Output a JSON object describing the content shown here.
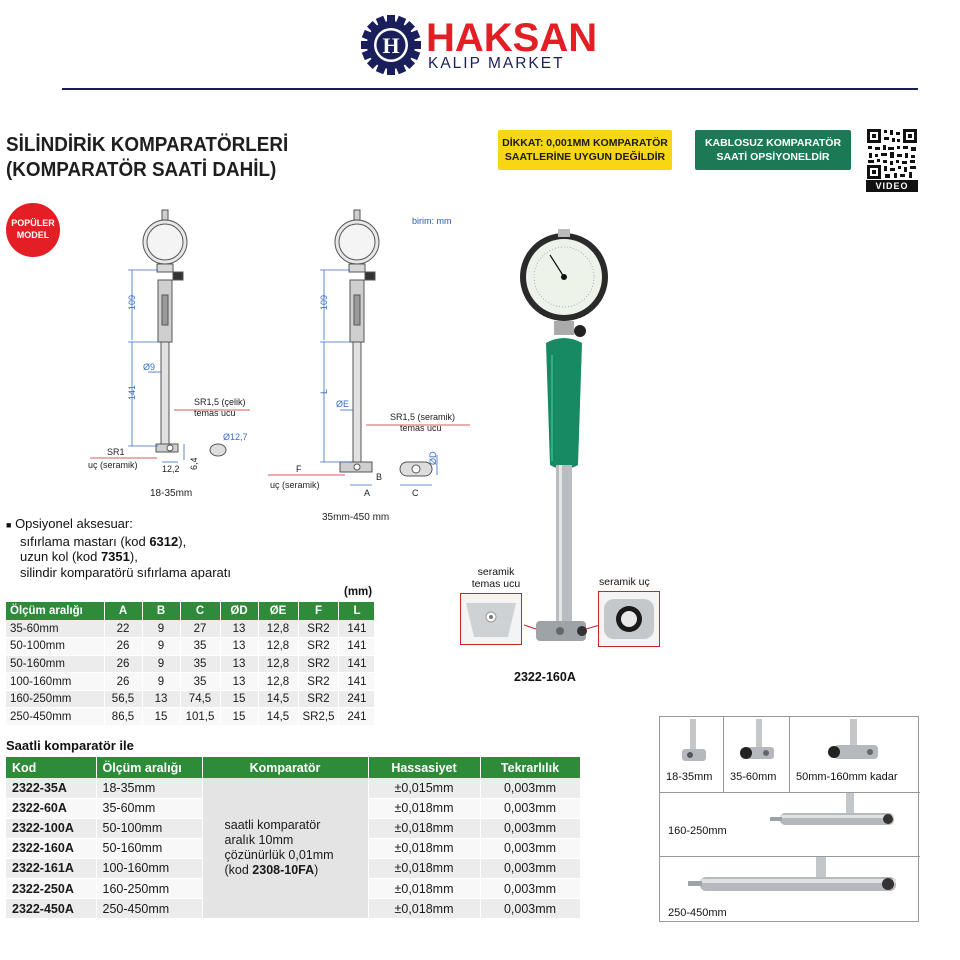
{
  "header": {
    "brand": "HAKSAN",
    "brand_sub": "KALIP MARKET",
    "logo_letter": "H",
    "colors": {
      "brand_red": "#e31e24",
      "brand_navy": "#1a1f5c",
      "table_green": "#2e8b3a",
      "badge_yellow": "#f7d614",
      "badge_green": "#1b7a55"
    }
  },
  "title": {
    "line1": "SİLİNDİRİK KOMPARATÖRLERİ",
    "line2": "(KOMPARATÖR SAATİ DAHİL)"
  },
  "badges": {
    "warning_line1": "DİKKAT: 0,001MM KOMPARATÖR",
    "warning_line2": "SAATLERİNE UYGUN DEĞİLDİR",
    "wireless_line1": "KABLOSUZ KOMPARATÖR",
    "wireless_line2": "SAATİ OPSİYONELDİR",
    "qr_label": "VIDEO",
    "popular_line1": "POPÜLER",
    "popular_line2": "MODEL"
  },
  "diagram": {
    "unit": "birim: mm",
    "left": {
      "dim_top": "109",
      "dim_bottom": "141",
      "dia": "Ø9",
      "tip_label1": "SR1,5 (çelik)",
      "tip_label2": "temas ucu",
      "base_label1": "SR1",
      "base_label2": "uç (seramik)",
      "dim_w": "12,2",
      "dim_h": "6,4",
      "dim_d": "Ø12,7",
      "caption": "18-35mm"
    },
    "right": {
      "dim_top": "109",
      "dim_l": "L",
      "dia": "ØE",
      "tip_label1": "SR1,5 (seramik)",
      "tip_label2": "temas ucu",
      "base_label1": "F",
      "base_label2": "uç (seramik)",
      "dim_a": "A",
      "dim_b": "B",
      "dim_c": "C",
      "dim_d": "ØD",
      "caption": "35mm-450 mm"
    },
    "photo_labels": {
      "ceramic_contact1": "seramik",
      "ceramic_contact2": "temas ucu",
      "ceramic_tip": "seramik uç",
      "model": "2322-160A"
    }
  },
  "accessory": {
    "line1": "Opsiyonel aksesuar:",
    "line2_pre": "sıfırlama mastarı (kod ",
    "line2_code": "6312",
    "line2_post": "),",
    "line3_pre": "uzun kol (kod ",
    "line3_code": "7351",
    "line3_post": "),",
    "line4": "silindir komparatörü sıfırlama aparatı"
  },
  "spec_table": {
    "unit": "(mm)",
    "headers": [
      "Ölçüm aralığı",
      "A",
      "B",
      "C",
      "ØD",
      "ØE",
      "F",
      "L"
    ],
    "rows": [
      [
        "35-60mm",
        "22",
        "9",
        "27",
        "13",
        "12,8",
        "SR2",
        "141"
      ],
      [
        "50-100mm",
        "26",
        "9",
        "35",
        "13",
        "12,8",
        "SR2",
        "141"
      ],
      [
        "50-160mm",
        "26",
        "9",
        "35",
        "13",
        "12,8",
        "SR2",
        "141"
      ],
      [
        "100-160mm",
        "26",
        "9",
        "35",
        "13",
        "12,8",
        "SR2",
        "141"
      ],
      [
        "160-250mm",
        "56,5",
        "13",
        "74,5",
        "15",
        "14,5",
        "SR2",
        "241"
      ],
      [
        "250-450mm",
        "86,5",
        "15",
        "101,5",
        "15",
        "14,5",
        "SR2,5",
        "241"
      ]
    ]
  },
  "model_table": {
    "title": "Saatli komparatör ile",
    "headers": [
      "Kod",
      "Ölçüm aralığı",
      "Komparatör",
      "Hassasiyet",
      "Tekrarlılık"
    ],
    "comparator_note": {
      "line1": "saatli komparatör",
      "line2": "aralık 10mm",
      "line3": "çözünürlük 0,01mm",
      "line4_pre": "(kod ",
      "line4_code": "2308-10FA",
      "line4_post": ")"
    },
    "rows": [
      {
        "code": "2322-35A",
        "range": "18-35mm",
        "accuracy": "±0,015mm",
        "repeat": "0,003mm"
      },
      {
        "code": "2322-60A",
        "range": "35-60mm",
        "accuracy": "±0,018mm",
        "repeat": "0,003mm"
      },
      {
        "code": "2322-100A",
        "range": "50-100mm",
        "accuracy": "±0,018mm",
        "repeat": "0,003mm"
      },
      {
        "code": "2322-160A",
        "range": "50-160mm",
        "accuracy": "±0,018mm",
        "repeat": "0,003mm"
      },
      {
        "code": "2322-161A",
        "range": "100-160mm",
        "accuracy": "±0,018mm",
        "repeat": "0,003mm"
      },
      {
        "code": "2322-250A",
        "range": "160-250mm",
        "accuracy": "±0,018mm",
        "repeat": "0,003mm"
      },
      {
        "code": "2322-450A",
        "range": "250-450mm",
        "accuracy": "±0,018mm",
        "repeat": "0,003mm"
      }
    ]
  },
  "variants": {
    "v1": "18-35mm",
    "v2": "35-60mm",
    "v3": "50mm-160mm kadar",
    "v4": "160-250mm",
    "v5": "250-450mm"
  }
}
